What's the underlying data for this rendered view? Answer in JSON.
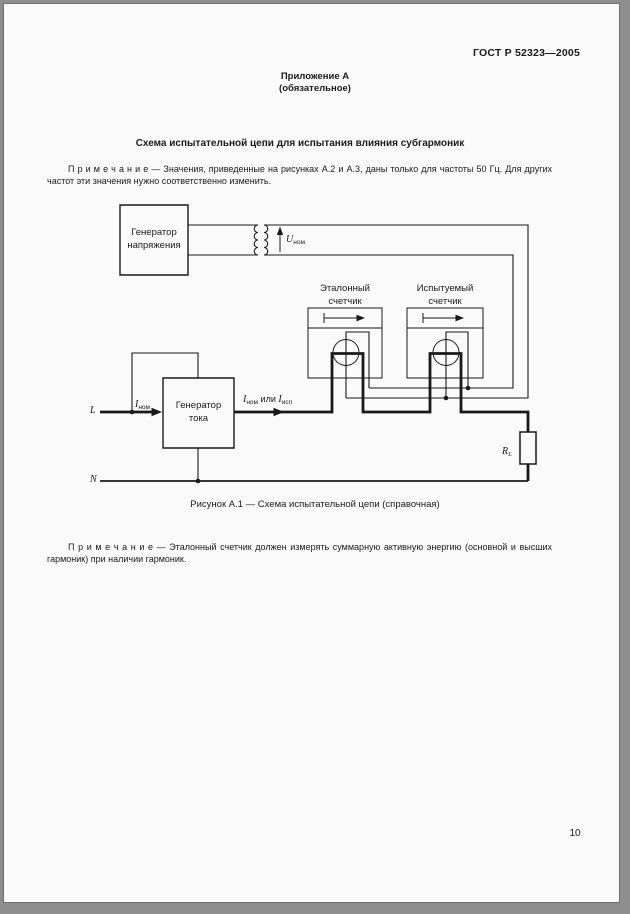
{
  "page": {
    "header": "ГОСТ Р 52323—2005",
    "appendix_title": "Приложение А",
    "appendix_subtitle": "(обязательное)",
    "section_title": "Схема испытательной цепи для испытания влияния субгармоник",
    "note1": "П р и м е ч а н и е — Значения, приведенные на рисунках А.2 и А.3, даны только для частоты 50 Гц. Для других частот эти значения нужно соответственно изменить.",
    "figure_caption": "Рисунок А.1 — Схема испытательной цепи (справочная)",
    "note2": "П р и м е ч а н и е — Эталонный счетчик должен измерять суммарную активную энергию (основной и высших гармоник) при наличии гармоник.",
    "page_number": "10"
  },
  "diagram": {
    "voltage_generator": {
      "line1": "Генератор",
      "line2": "напряжения"
    },
    "current_generator": {
      "line1": "Генератор",
      "line2": "тока"
    },
    "reference_meter": {
      "line1": "Эталонный",
      "line2": "счетчик"
    },
    "tested_meter": {
      "line1": "Испытуемый",
      "line2": "счетчик"
    },
    "labels": {
      "u_nom": {
        "sym": "U",
        "sub": "ном"
      },
      "i_nom": {
        "sym": "I",
        "sub": "ном"
      },
      "i_out": {
        "sym1": "I",
        "sub1": "ном",
        "mid": "или",
        "sym2": "I",
        "sub2": "исп"
      },
      "load_resistor": {
        "sym": "R",
        "sub": "L"
      },
      "phase": "L",
      "neutral": "N"
    },
    "colors": {
      "ink": "#1a1a1a",
      "paper": "#fbfbfb",
      "frame": "#8e8e8e"
    }
  }
}
